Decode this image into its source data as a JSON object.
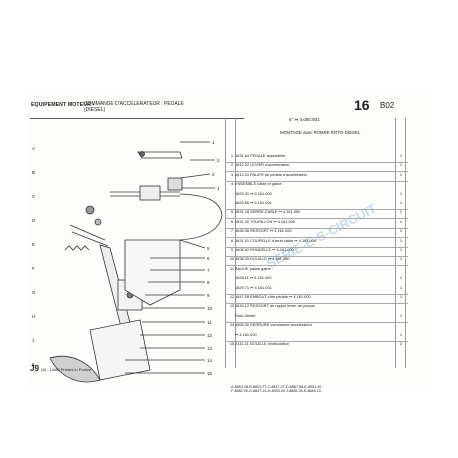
{
  "header": {
    "section": "EQUIPEMENT MOTEUR -",
    "subtitle_line1": "COMMANDE D'ACCELERATEUR : PEDALE",
    "subtitle_line2": "(DIESEL)",
    "page_number": "16",
    "page_code": "B02",
    "ref_note": "5° ↦ 4.080.801",
    "montage": "MONTAGE avec POMPE ROTO-DIESEL"
  },
  "rows": [
    {
      "idx": "1",
      "desc": "1631.64 PEDALE assemblée",
      "qty": "1"
    },
    {
      "idx": "2",
      "desc": "1612.02 LEVIER d'accelerateur",
      "qty": "1"
    },
    {
      "idx": "3",
      "desc": "1614.21 PALIER de pédale d'accélérateur",
      "qty": "1"
    },
    {
      "idx": "4",
      "desc": "ENSEMBLE câble et gaine :",
      "qty": ""
    },
    {
      "idx": "",
      "desc": "1629.31 ↦ 4.161.000",
      "qty": "1"
    },
    {
      "idx": "",
      "desc": "1629.66 ↦ 4.161.001",
      "qty": "1"
    },
    {
      "idx": "5",
      "desc": "1631.18 SERRE-CABLE ↦ 4.161.000",
      "qty": "1"
    },
    {
      "idx": "6",
      "desc": "1631.20 TOURILLON ↦ 4.161.000",
      "qty": "1"
    },
    {
      "idx": "7",
      "desc": "1636.06 RESSORT ↦ 4.161.000",
      "qty": "1"
    },
    {
      "idx": "8",
      "desc": "1631.01 COUPELLE d'arrêt câble ↦ 4.161.000",
      "qty": "1"
    },
    {
      "idx": "9",
      "desc": "1608.02 RONDELLE ↦ 4.161.000",
      "qty": "1"
    },
    {
      "idx": "10",
      "desc": "1638.05 DOUILLE ↦ 4.161.000",
      "qty": "1"
    },
    {
      "idx": "11",
      "desc": "BAGUE passe gaine :",
      "qty": ""
    },
    {
      "idx": "",
      "desc": "1628.11 ↦ 4.161.000",
      "qty": "1"
    },
    {
      "idx": "",
      "desc": "1629.71 ↦ 4.161.001",
      "qty": "1"
    },
    {
      "idx": "12",
      "desc": "1647.08 EMBOUT côté pédale ↦ 4.161.000",
      "qty": "1"
    },
    {
      "idx": "13",
      "desc": "1634.12 RESSORT de rappel levier de pompe",
      "qty": ""
    },
    {
      "idx": "",
      "desc": "Roto-Diesel",
      "qty": "1"
    },
    {
      "idx": "14",
      "desc": "1565.30 PERRURE commande accelerateur",
      "qty": ""
    },
    {
      "idx": "",
      "desc": "↦ 4.161.000",
      "qty": "1"
    },
    {
      "idx": "15",
      "desc": "2141.11 DOUILLE d'articulation",
      "qty": "2"
    }
  ],
  "footer": {
    "left_code": "J9",
    "left_small": "(6) - 10/80 Printed in France",
    "refs_line1": "A-8553.08-B-8821.77-C-8847.27-D-8987.58-E-8001.30",
    "refs_line2": "F-8882.20-G-8847.23-H-8933.00-J-8885.25-K-8846.23"
  },
  "watermark": "SERIE-E-S-CIRCUIT",
  "callouts": [
    "1",
    "2",
    "3",
    "4",
    "5",
    "6",
    "7",
    "8",
    "9",
    "10",
    "11",
    "12",
    "13",
    "14",
    "15",
    "A",
    "B",
    "C",
    "D",
    "E",
    "F",
    "G",
    "H",
    "J",
    "K"
  ],
  "colors": {
    "ink": "#222222",
    "paper": "#fdfdfb",
    "watermark": "#bcd2e6"
  }
}
